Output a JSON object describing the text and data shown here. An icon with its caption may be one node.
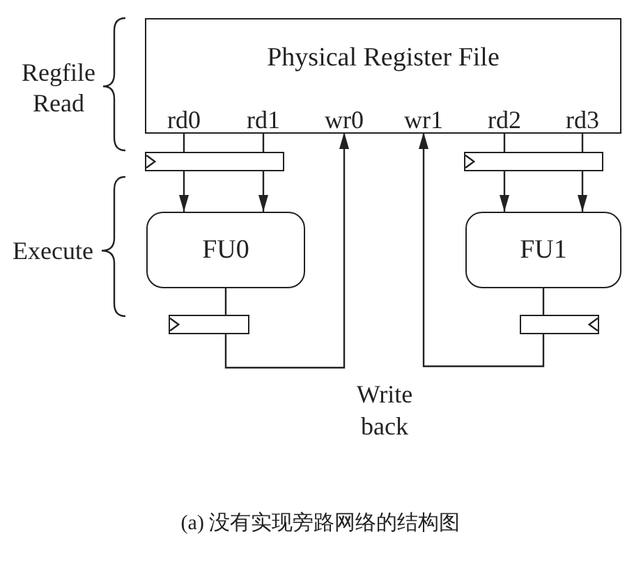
{
  "diagram": {
    "caption": "(a) 没有实现旁路网络的结构图",
    "nodes": [
      {
        "text": [
          "Physical Register File"
        ]
      },
      {
        "text": [
          "rd0"
        ],
        "in": 0
      },
      {
        "text": [
          "rd1"
        ],
        "in": 0
      },
      {
        "text": [
          "wr0"
        ],
        "in": 0
      },
      {
        "text": [
          "wr1"
        ],
        "in": 0
      },
      {
        "text": [
          "rd2"
        ],
        "in": 0
      },
      {
        "text": [
          "rd3"
        ],
        "in": 0
      },
      {
        "text": [],
        "shape": "bar"
      },
      {
        "text": [],
        "shape": "bar"
      },
      {
        "text": [
          "FU0"
        ]
      },
      {
        "text": [
          "FU1"
        ]
      },
      {
        "text": [],
        "shape": "bar"
      },
      {
        "text": [],
        "shape": "bar"
      }
    ],
    "edges": [
      {
        "from": 1,
        "to": 7,
        "arrow": "none"
      },
      {
        "from": 2,
        "to": 7,
        "arrow": "none"
      },
      {
        "from": 5,
        "to": 8,
        "arrow": "none"
      },
      {
        "from": 6,
        "to": 8,
        "arrow": "none"
      },
      {
        "from": 7,
        "to": 9,
        "arrow": "to"
      },
      {
        "from": 7,
        "to": 9,
        "arrow": "to"
      },
      {
        "from": 8,
        "to": 10,
        "arrow": "to"
      },
      {
        "from": 8,
        "to": 10,
        "arrow": "to"
      },
      {
        "from": 9,
        "to": 11,
        "arrow": "none"
      },
      {
        "from": 10,
        "to": 12,
        "arrow": "none"
      },
      {
        "from": 11,
        "to": 3,
        "arrow": "to"
      },
      {
        "from": 12,
        "to": 4,
        "arrow": "to"
      }
    ],
    "labels": [
      "Regfile Read",
      "Execute",
      "Write back"
    ]
  }
}
